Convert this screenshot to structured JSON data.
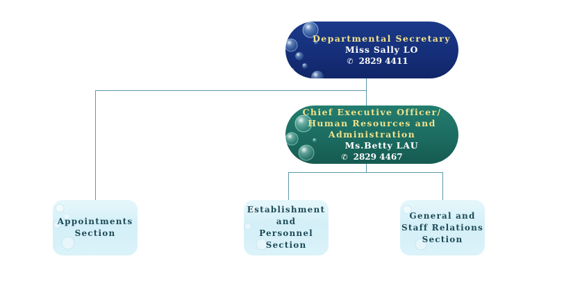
{
  "chart": {
    "top": {
      "title": "Departmental Secretary",
      "name": "Miss Sally LO",
      "phone_icon": "phone-icon",
      "phone": "2829 4411"
    },
    "mid": {
      "title_lines": [
        "Chief Executive Officer/",
        "Human Resources and",
        "Administration"
      ],
      "name": "Ms.Betty LAU",
      "phone_icon": "phone-icon",
      "phone": "2829 4467"
    },
    "sections": [
      {
        "lines": [
          "Appointments",
          "Section"
        ]
      },
      {
        "lines": [
          "Establishment",
          "and",
          "Personnel Section"
        ]
      },
      {
        "lines": [
          "General and",
          "Staff Relations",
          "Section"
        ]
      }
    ]
  },
  "colors": {
    "top_box": "#152e78",
    "mid_box": "#1b6a5f",
    "section_box": "#d4eff8",
    "connector": "#5a97a8",
    "title_text": "#f2e28a",
    "section_text": "#1d4b57"
  }
}
